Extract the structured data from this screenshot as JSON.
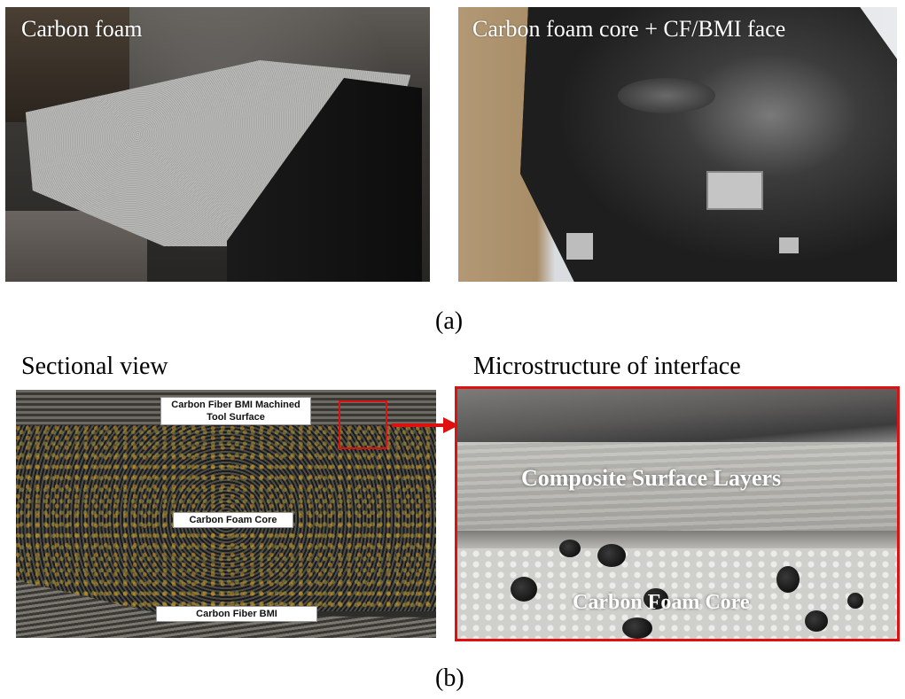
{
  "panel_a": {
    "left_photo_label": "Carbon  foam",
    "right_photo_label": "Carbon  foam core + CF/BMI face",
    "caption": "(a)"
  },
  "panel_b": {
    "sectional_title": "Sectional view",
    "micro_title": "Microstructure  of interface",
    "sectional_labels": {
      "top_line1": "Carbon Fiber BMI Machined",
      "top_line2": "Tool Surface",
      "core": "Carbon Foam Core",
      "bottom": "Carbon Fiber BMI"
    },
    "micro_labels": {
      "layers": "Composite Surface Layers",
      "core": "Carbon Foam Core"
    },
    "caption": "(b)"
  },
  "colors": {
    "highlight": "#e01010"
  }
}
